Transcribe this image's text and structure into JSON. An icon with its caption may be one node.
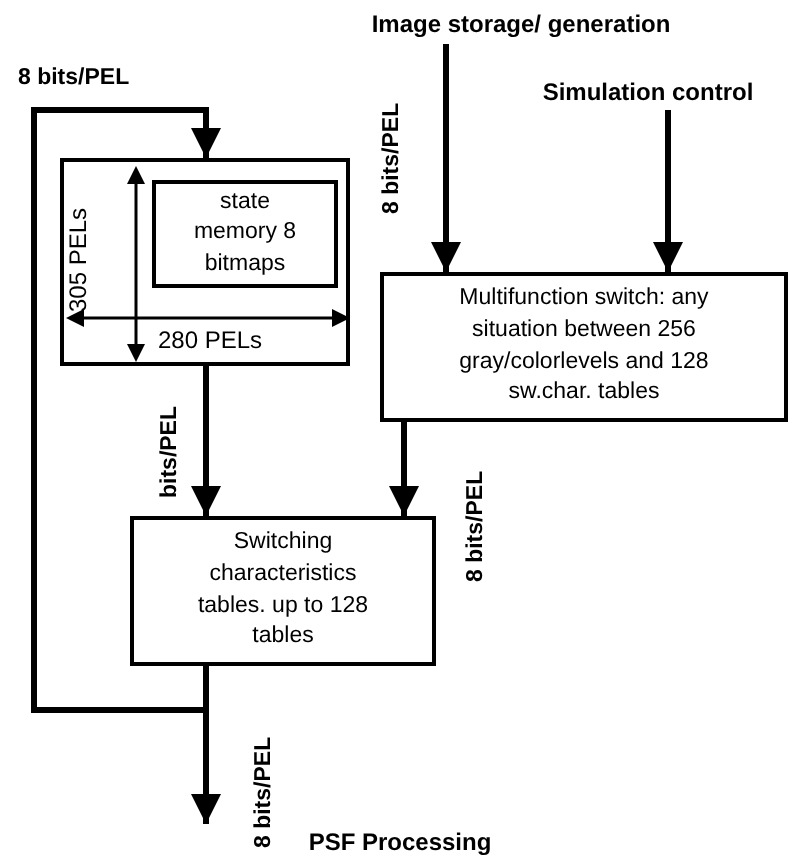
{
  "diagram": {
    "nodes": [
      {
        "text": [
          "Image storage/ generation"
        ]
      },
      {
        "text": [
          "Simulation control"
        ]
      },
      {
        "text": [],
        "shape": "box"
      },
      {
        "text": [
          "state memory 8 bitmaps"
        ],
        "in": 2
      },
      {
        "text": [
          "Multifunction switch: any situation between 256 gray/colorlevels and 128 sw.char. tables"
        ]
      },
      {
        "text": [
          "Switching characteristics tables. up to 128 tables"
        ]
      },
      {
        "text": [
          "PSF Processing"
        ]
      }
    ],
    "edges": [
      {
        "from": 0,
        "to": 4,
        "arrow": "to",
        "label": "8 bits/PEL"
      },
      {
        "from": 1,
        "to": 4,
        "arrow": "to"
      },
      {
        "from": 2,
        "to": 5,
        "arrow": "to",
        "label": "bits/PEL"
      },
      {
        "from": 4,
        "to": 5,
        "arrow": "to",
        "label": "8 bits/PEL"
      },
      {
        "from": 5,
        "to": 6,
        "arrow": "to",
        "label": "8 bits/PEL"
      },
      {
        "from": 5,
        "to": 2,
        "arrow": "to",
        "label": "8 bits/PEL"
      }
    ],
    "labels": [
      "305 PELs",
      "280 PELs"
    ]
  }
}
